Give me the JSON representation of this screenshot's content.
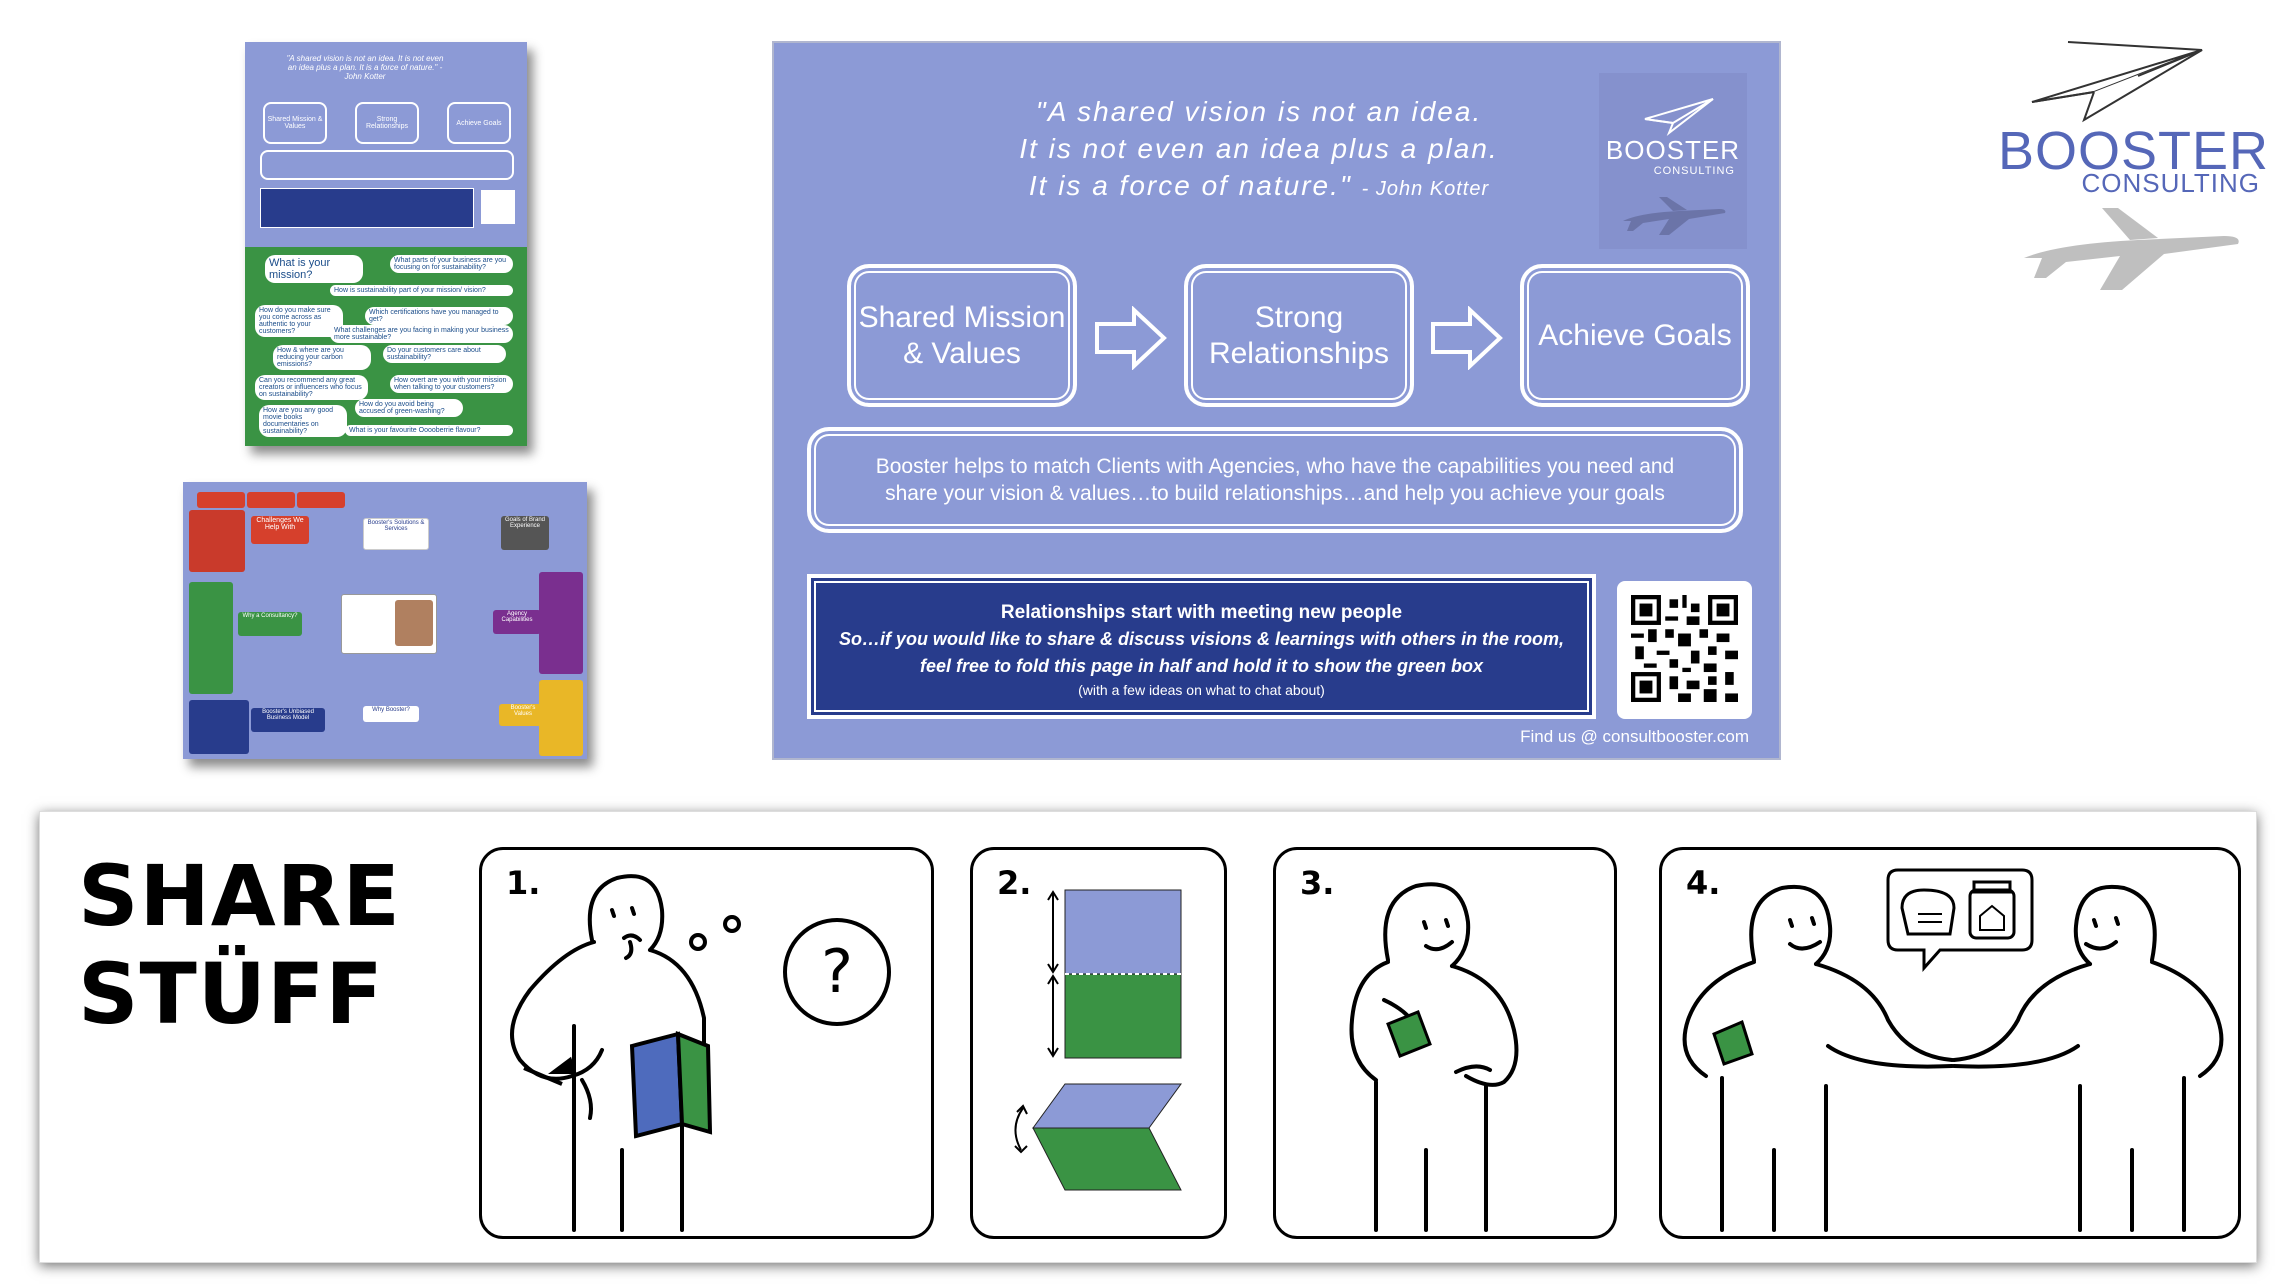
{
  "thumbnail_front": {
    "quote": "\"A shared vision is not an idea. It is not even an idea plus a plan. It is a force of nature.\" - John Kotter",
    "steps": [
      "Shared Mission & Values",
      "Strong Relationships",
      "Achieve Goals"
    ],
    "questions": [
      "What is your mission?",
      "What parts of your business are you focusing on for sustainability?",
      "How is sustainability part of your mission/ vision?",
      "How do you make sure you come across as authentic to your customers?",
      "Which certifications have you managed to get?",
      "What challenges are you facing in making your business more sustainable?",
      "How & where are you reducing your carbon emissions?",
      "Do your customers care about sustainability?",
      "Can you recommend any great creators or influencers who focus on sustainability?",
      "How overt are you with your mission when talking to your customers?",
      "How do you avoid being accused of green-washing?",
      "How are you any good movie books documentaries on sustainability?",
      "What is your favourite Ooooberrie flavour?"
    ]
  },
  "thumbnail_map": {
    "labels": [
      "Challenges We Help With",
      "Booster's Solutions & Services",
      "Goals of Brand Experience",
      "Why a Consultancy?",
      "Agency Capabilities",
      "Why Booster?",
      "Booster's Values",
      "Booster's Unbiased Business Model"
    ]
  },
  "poster": {
    "quote_lines": [
      "\"A shared vision is not an idea.",
      "It is not even an idea plus a plan.",
      "It is a force of nature.\""
    ],
    "quote_author": "- John Kotter",
    "logo_name": "BOOSTER",
    "logo_sub": "CONSULTING",
    "steps": [
      "Shared Mission & Values",
      "Strong Relationships",
      "Achieve Goals"
    ],
    "pitch_line1": "Booster helps to match Clients with Agencies, who have the capabilities you need and",
    "pitch_line2": "share your vision & values…to build relationships…and help you achieve your goals",
    "meet_title": "Relationships start with meeting new people",
    "meet_line1": "So…if you would like to share & discuss visions & learnings with others in the room,",
    "meet_line2": "feel free to fold this page in half and hold it to show the green box",
    "meet_note": "(with a few ideas on what to chat about)",
    "find_us": "Find us @ consultbooster.com"
  },
  "corner_logo": {
    "name": "BOOSTER",
    "sub": "CONSULTING"
  },
  "instructions": {
    "title_line1": "SHARE",
    "title_line2": "STÜFF",
    "steps": [
      {
        "num": "1."
      },
      {
        "num": "2."
      },
      {
        "num": "3."
      },
      {
        "num": "4."
      }
    ],
    "question_mark": "?"
  },
  "colors": {
    "poster_blue": "#8c9ad6",
    "dark_blue": "#283c8c",
    "green": "#3a9344",
    "book_blue": "#4e6bbd",
    "fold_blue": "#8c9ad6",
    "fold_green": "#3a9344"
  }
}
